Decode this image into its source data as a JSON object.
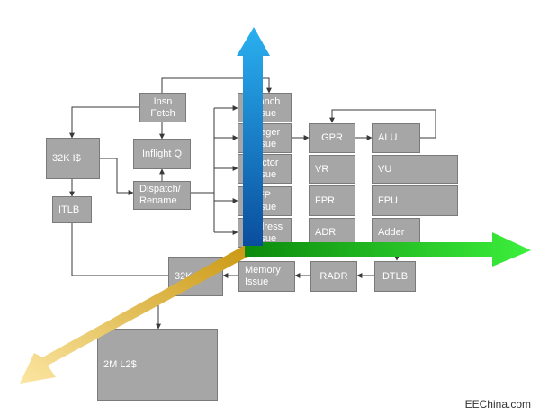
{
  "blocks": {
    "insn_fetch": "Insn\nFetch",
    "icache": "32K I$",
    "inflight_q": "Inflight Q",
    "dispatch": "Dispatch/\nRename",
    "itlb": "ITLB",
    "branch_issue": "Branch\nIssue",
    "integer_issue": "Integer\nIssue",
    "vector_issue": "Vector\nIssue",
    "fp_issue": "FP\nIssue",
    "address_issue": "Address\nIssue",
    "memory_issue": "Memory\nIssue",
    "gpr": "GPR",
    "alu": "ALU",
    "vr": "VR",
    "vu": "VU",
    "fpr": "FPR",
    "fpu": "FPU",
    "adr": "ADR",
    "adder": "Adder",
    "radr": "RADR",
    "dtlb": "DTLB",
    "dcache": "32K",
    "l2": "2M L2$"
  },
  "colors": {
    "box_fill": "#a6a6a6",
    "box_border": "#7a7a7a",
    "line": "#3a3a3a",
    "axis_blue": "#1a8fd8",
    "axis_green": "#22cc22",
    "axis_gold": "#d9a520"
  },
  "watermark": "EEChina.com"
}
